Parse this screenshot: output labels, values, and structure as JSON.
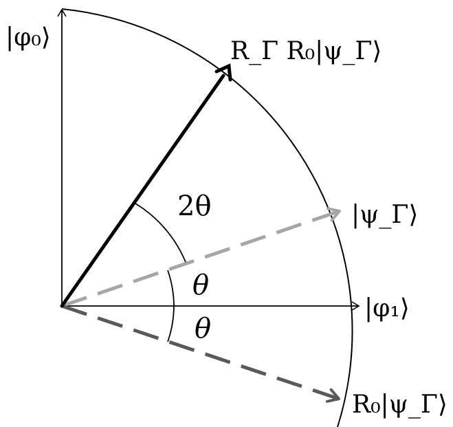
{
  "labels": {
    "phi0_ket": "|φ₀⟩",
    "phi1_ket": "|φ₁⟩",
    "psi_gamma_ket": "|ψ_Γ⟩",
    "r0_psi_gamma": "R₀|ψ_Γ⟩",
    "rgamma_r0_psi_gamma": "R_Γ R₀|ψ_Γ⟩",
    "angle_two_theta": "2θ",
    "angle_theta_upper": "θ",
    "angle_theta_lower": "θ"
  },
  "colors": {
    "axes": "#000000",
    "arc": "#000000",
    "rotated_vector": "#000000",
    "psi_gamma_vector": "#a6a6a6",
    "r0_vector": "#595959"
  }
}
